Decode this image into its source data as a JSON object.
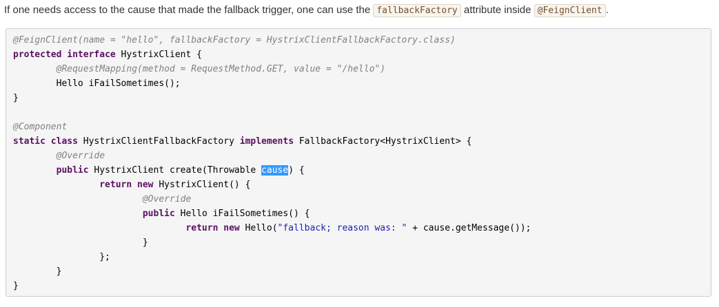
{
  "intro": {
    "before": "If one needs access to the cause that made the fallback trigger, one can use the ",
    "code1": "fallbackFactory",
    "middle": " attribute inside ",
    "code2": "@FeignClient",
    "after": "."
  },
  "code": {
    "lines": [
      [
        {
          "t": "annotation",
          "v": "@FeignClient(name = \"hello\", fallbackFactory = HystrixClientFallbackFactory.class)"
        }
      ],
      [
        {
          "t": "keyword",
          "v": "protected"
        },
        {
          "t": "plain",
          "v": " "
        },
        {
          "t": "keyword",
          "v": "interface"
        },
        {
          "t": "plain",
          "v": " HystrixClient {"
        }
      ],
      [
        {
          "t": "plain",
          "v": "        "
        },
        {
          "t": "annotation",
          "v": "@RequestMapping(method = RequestMethod.GET, value = \"/hello\")"
        }
      ],
      [
        {
          "t": "plain",
          "v": "        Hello iFailSometimes();"
        }
      ],
      [
        {
          "t": "plain",
          "v": "}"
        }
      ],
      [
        {
          "t": "plain",
          "v": ""
        }
      ],
      [
        {
          "t": "annotation",
          "v": "@Component"
        }
      ],
      [
        {
          "t": "keyword",
          "v": "static"
        },
        {
          "t": "plain",
          "v": " "
        },
        {
          "t": "keyword",
          "v": "class"
        },
        {
          "t": "plain",
          "v": " HystrixClientFallbackFactory "
        },
        {
          "t": "keyword",
          "v": "implements"
        },
        {
          "t": "plain",
          "v": " FallbackFactory<HystrixClient> {"
        }
      ],
      [
        {
          "t": "plain",
          "v": "        "
        },
        {
          "t": "annotation",
          "v": "@Override"
        }
      ],
      [
        {
          "t": "plain",
          "v": "        "
        },
        {
          "t": "keyword",
          "v": "public"
        },
        {
          "t": "plain",
          "v": " HystrixClient create(Throwable "
        },
        {
          "t": "selected",
          "v": "cause"
        },
        {
          "t": "plain",
          "v": ") {"
        }
      ],
      [
        {
          "t": "plain",
          "v": "                "
        },
        {
          "t": "keyword",
          "v": "return"
        },
        {
          "t": "plain",
          "v": " "
        },
        {
          "t": "keyword",
          "v": "new"
        },
        {
          "t": "plain",
          "v": " HystrixClient() {"
        }
      ],
      [
        {
          "t": "plain",
          "v": "                        "
        },
        {
          "t": "annotation",
          "v": "@Override"
        }
      ],
      [
        {
          "t": "plain",
          "v": "                        "
        },
        {
          "t": "keyword",
          "v": "public"
        },
        {
          "t": "plain",
          "v": " Hello iFailSometimes() {"
        }
      ],
      [
        {
          "t": "plain",
          "v": "                                "
        },
        {
          "t": "keyword",
          "v": "return"
        },
        {
          "t": "plain",
          "v": " "
        },
        {
          "t": "keyword",
          "v": "new"
        },
        {
          "t": "plain",
          "v": " Hello("
        },
        {
          "t": "string",
          "v": "\"fallback; reason was: \""
        },
        {
          "t": "plain",
          "v": " + cause.getMessage());"
        }
      ],
      [
        {
          "t": "plain",
          "v": "                        }"
        }
      ],
      [
        {
          "t": "plain",
          "v": "                };"
        }
      ],
      [
        {
          "t": "plain",
          "v": "        }"
        }
      ],
      [
        {
          "t": "plain",
          "v": "}"
        }
      ]
    ]
  }
}
